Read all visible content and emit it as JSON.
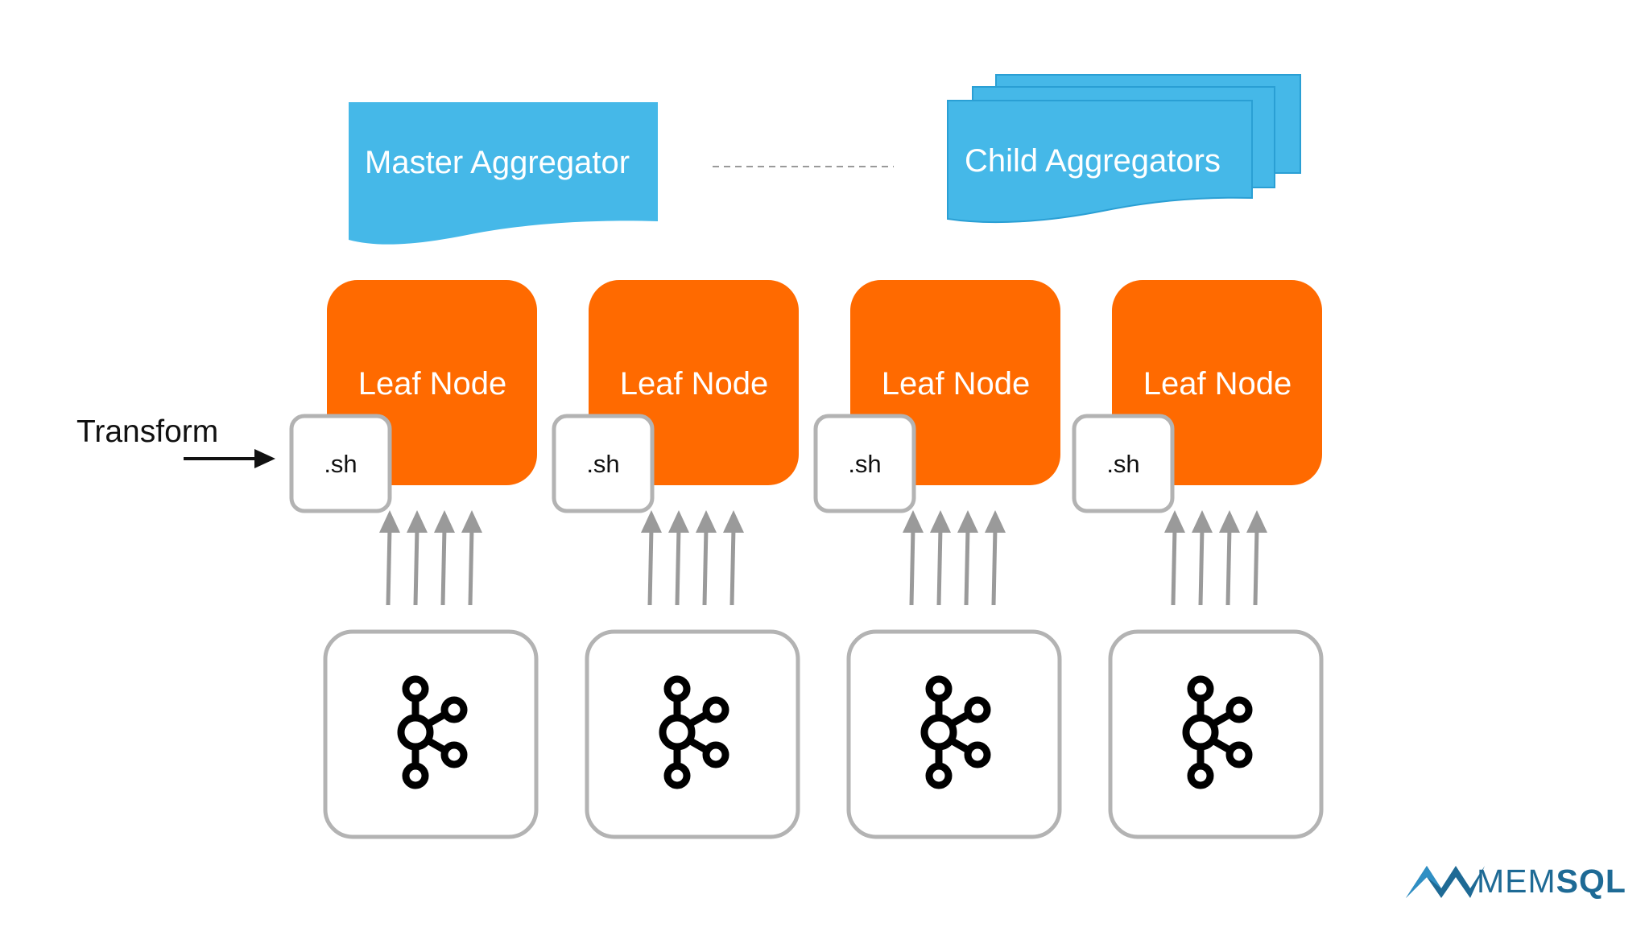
{
  "aggregators": {
    "master_label": "Master Aggregator",
    "child_label": "Child Aggregators"
  },
  "leaf_nodes": [
    {
      "label": "Leaf Node",
      "transform_label": ".sh"
    },
    {
      "label": "Leaf Node",
      "transform_label": ".sh"
    },
    {
      "label": "Leaf Node",
      "transform_label": ".sh"
    },
    {
      "label": "Leaf Node",
      "transform_label": ".sh"
    }
  ],
  "transform_callout": "Transform",
  "sources": [
    {
      "icon": "kafka-icon"
    },
    {
      "icon": "kafka-icon"
    },
    {
      "icon": "kafka-icon"
    },
    {
      "icon": "kafka-icon"
    }
  ],
  "branding": {
    "logo_prefix": "MEM",
    "logo_suffix": "SQL"
  },
  "colors": {
    "aggregator": "#45b8e8",
    "aggregator_border": "#2a9fd4",
    "leaf": "#ff6a00",
    "box_border": "#b3b3b3",
    "arrow": "#9a9a9a",
    "logo": "#1e6a95"
  }
}
